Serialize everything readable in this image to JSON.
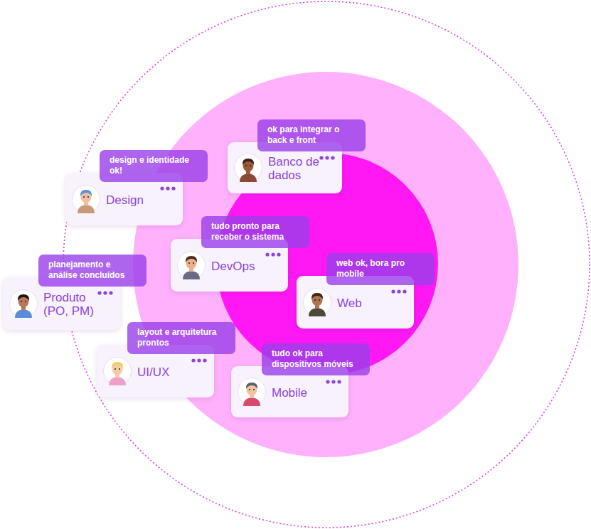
{
  "diagram": {
    "nodes": [
      {
        "text": [
          "ok para integrar o back e front"
        ]
      },
      {
        "text": [
          "Banco de dados"
        ]
      },
      {
        "text": [
          "design e identidade ok!"
        ]
      },
      {
        "text": [
          "Design"
        ]
      },
      {
        "text": [
          "tudo pronto para receber o sistema"
        ]
      },
      {
        "text": [
          "DevOps"
        ]
      },
      {
        "text": [
          "web ok, bora pro mobile"
        ]
      },
      {
        "text": [
          "Web"
        ]
      },
      {
        "text": [
          "planejamento e análise concluídos"
        ]
      },
      {
        "text": [
          "Produto (PO, PM)"
        ]
      },
      {
        "text": [
          "layout e arquitetura prontos"
        ]
      },
      {
        "text": [
          "UI/UX"
        ]
      },
      {
        "text": [
          "tudo ok para dispositivos móveis"
        ]
      },
      {
        "text": [
          "Mobile"
        ]
      }
    ]
  }
}
